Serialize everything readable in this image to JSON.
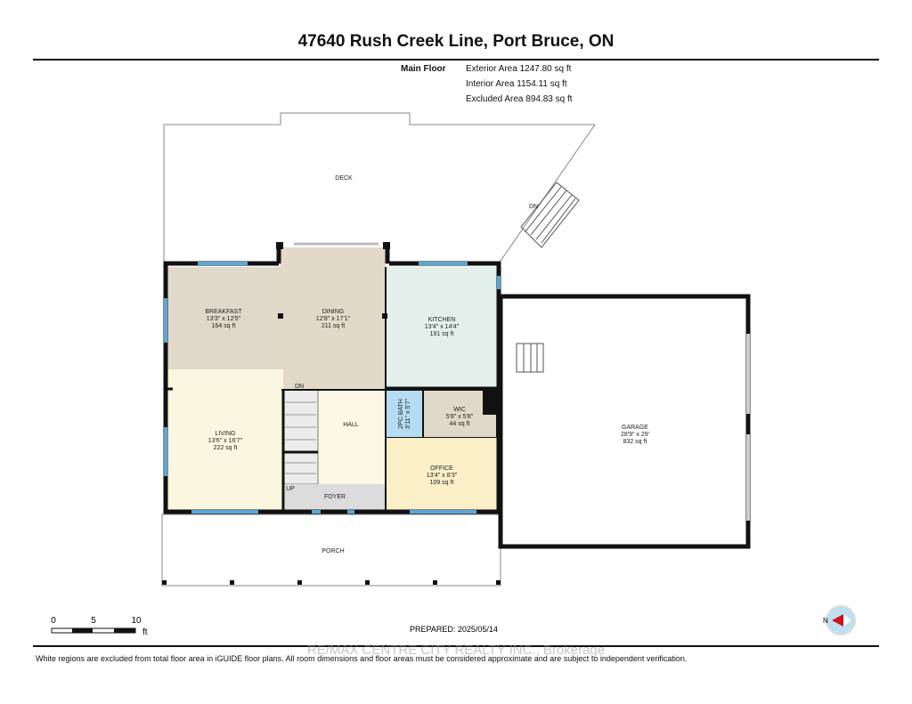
{
  "title": "47640 Rush Creek Line, Port Bruce, ON",
  "floor": {
    "name": "Main Floor",
    "exterior_area": "Exterior Area 1247.80 sq ft",
    "interior_area": "Interior Area 1154.11 sq ft",
    "excluded_area": "Excluded Area 894.83 sq ft"
  },
  "rooms": {
    "breakfast": {
      "name": "BREAKFAST",
      "dims": "13'3\" x 12'5\"",
      "area": "164 sq ft"
    },
    "dining": {
      "name": "DINING",
      "dims": "12'8\" x 17'1\"",
      "area": "211 sq ft"
    },
    "kitchen": {
      "name": "KITCHEN",
      "dims": "13'4\" x 14'4\"",
      "area": "191 sq ft"
    },
    "living": {
      "name": "LIVING",
      "dims": "13'6\" x 16'7\"",
      "area": "222 sq ft"
    },
    "hall": {
      "name": "HALL"
    },
    "bath": {
      "name": "2PC BATH",
      "dims": "3'11\" x 5'7\""
    },
    "wic": {
      "name": "WIC",
      "dims": "5'8\" x 5'8\"",
      "area": "44 sq ft"
    },
    "office": {
      "name": "OFFICE",
      "dims": "13'4\" x 8'3\"",
      "area": "109 sq ft"
    },
    "foyer": {
      "name": "FOYER"
    },
    "garage": {
      "name": "GARAGE",
      "dims": "28'9\" x 29'",
      "area": "832 sq ft"
    },
    "deck": {
      "name": "DECK"
    },
    "porch": {
      "name": "PORCH"
    }
  },
  "stair_labels": {
    "dn_deck": "DN",
    "dn_inside": "DN",
    "up": "UP"
  },
  "scale": {
    "ticks": [
      "0",
      "5",
      "10"
    ],
    "unit": "ft"
  },
  "prepared": "PREPARED: 2025/05/14",
  "compass": {
    "label": "N",
    "icon": "compass-arrow-icon"
  },
  "watermark": "RE/MAX CENTRE CITY REALTY INC., Brokerage",
  "disclaimer": "White regions are excluded from total floor area in iGUIDE floor plans. All room dimensions and floor areas must be considered approximate and are subject to independent verification.",
  "colors": {
    "wall": "#111111",
    "window": "#5aa6d6",
    "breakfast": "#e0d8c8",
    "kitchen": "#e3efea",
    "living": "#fbf6e0",
    "bath": "#b6dcf4",
    "office": "#fbefc8",
    "foyer": "#dcdcdc"
  }
}
